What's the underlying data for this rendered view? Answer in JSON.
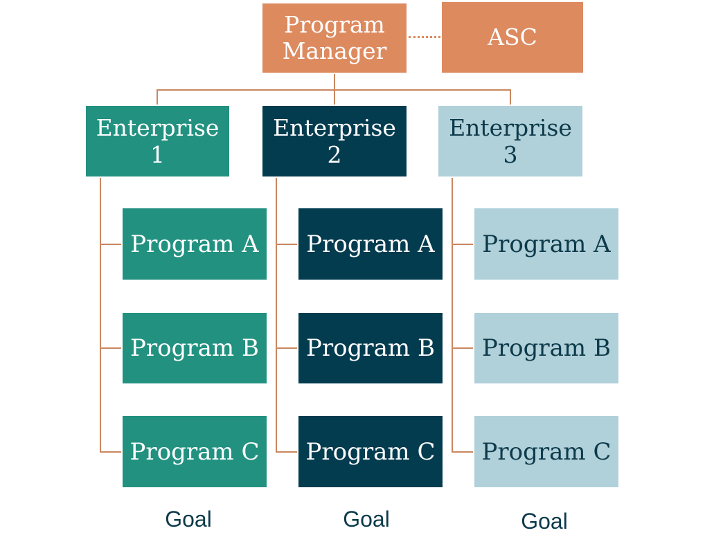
{
  "colors": {
    "orange": "#dd8a5f",
    "teal": "#229180",
    "navy": "#033b4f",
    "light_blue": "#b0d0da",
    "connector": "#c9875f",
    "goal_text": "#0d3a4a",
    "dark_text": "#0d3a4a",
    "light_text": "#ffffff"
  },
  "top": {
    "manager": [
      "Program",
      "Manager"
    ],
    "advisor": "ASC"
  },
  "enterprises": [
    {
      "label": "Enterprise 1",
      "programs": [
        "Program A",
        "Program B",
        "Program C"
      ],
      "goal": "Goal"
    },
    {
      "label": "Enterprise 2",
      "programs": [
        "Program A",
        "Program B",
        "Program C"
      ],
      "goal": "Goal"
    },
    {
      "label": "Enterprise 3",
      "programs": [
        "Program A",
        "Program B",
        "Program C"
      ],
      "goal": "Goal"
    }
  ]
}
